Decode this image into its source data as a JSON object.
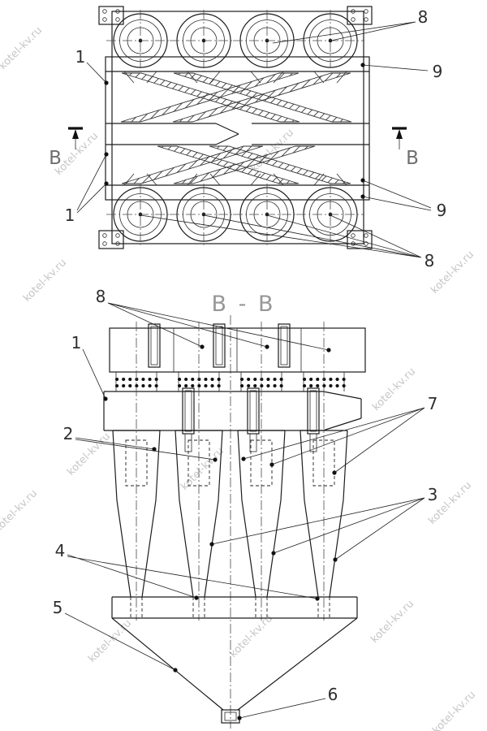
{
  "drawing": {
    "watermark": "kotel-kv.ru",
    "section_title": "В - В",
    "section_mark_left": "В",
    "section_mark_right": "В",
    "labels": {
      "top": {
        "eight_top": "8",
        "nine_top": "9",
        "one_left": "1",
        "one_bottom": "1",
        "nine_bottom": "9",
        "eight_bottom": "8"
      },
      "section": {
        "eight": "8",
        "one": "1",
        "two": "2",
        "seven": "7",
        "three": "3",
        "four": "4",
        "five": "5",
        "six": "6"
      }
    }
  }
}
